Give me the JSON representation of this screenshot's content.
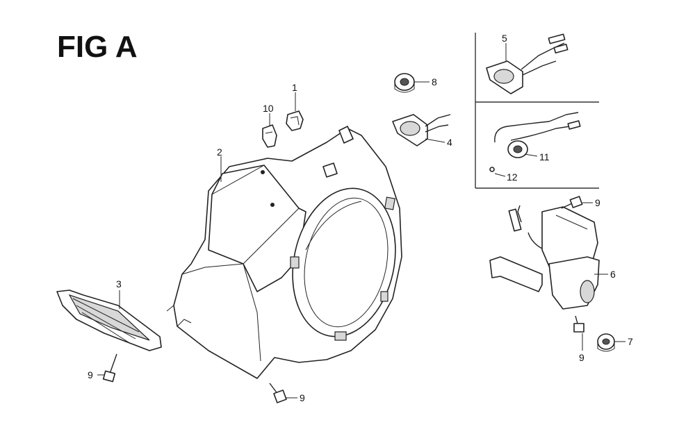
{
  "title": "FIG A",
  "callouts": {
    "c1": "1",
    "c2": "2",
    "c3": "3",
    "c4": "4",
    "c5": "5",
    "c6": "6",
    "c7": "7",
    "c8": "8",
    "c9a": "9",
    "c9b": "9",
    "c9c": "9",
    "c9d": "9",
    "c10": "10",
    "c11": "11",
    "c12": "12"
  }
}
